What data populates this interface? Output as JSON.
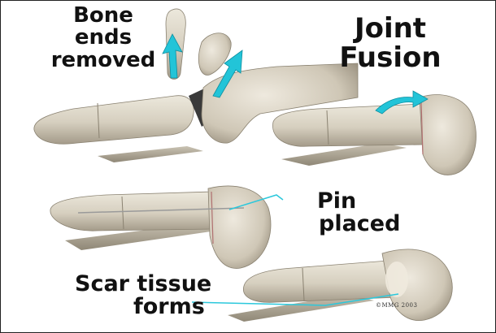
{
  "labels": {
    "bone_ends_removed": [
      "Bone",
      "ends",
      "removed"
    ],
    "joint_fusion": [
      "Joint",
      "Fusion"
    ],
    "pin_placed": [
      "Pin",
      "placed"
    ],
    "scar_tissue_forms": [
      "Scar tissue",
      "forms"
    ]
  },
  "copyright": "©MMG 2003",
  "colors": {
    "bone": "#d9d3c4",
    "bone_shadow": "#9f9787",
    "arrow": "#22c4d8",
    "pointer": "#2bc8dc",
    "text": "#111111"
  }
}
